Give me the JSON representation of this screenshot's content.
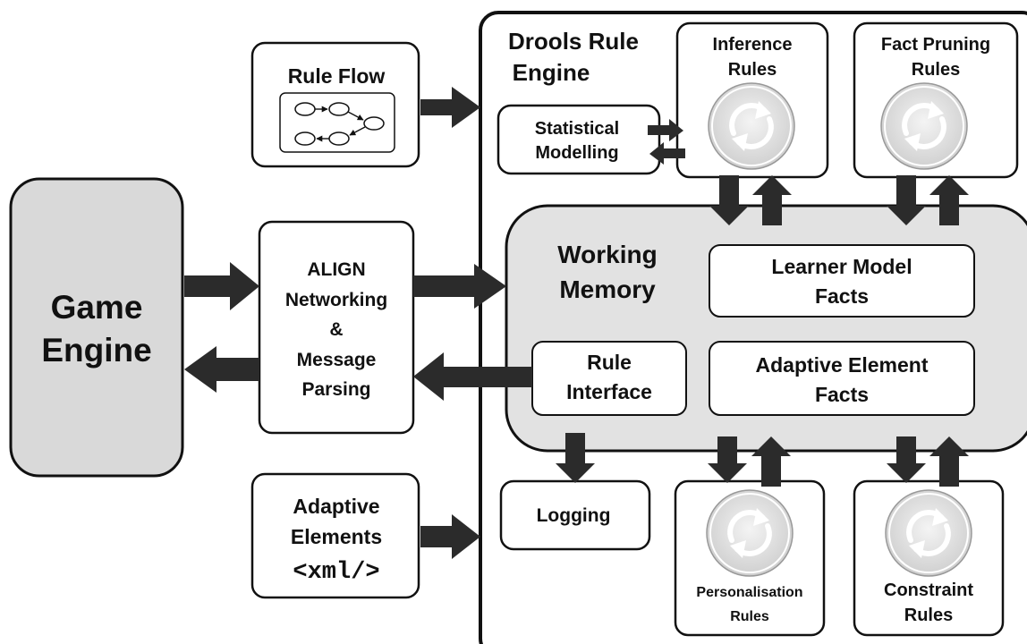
{
  "colors": {
    "stroke": "#111111",
    "arrow": "#2b2b2b",
    "node_fill": "#ffffff",
    "memory_fill": "#e2e2e2",
    "game_engine_fill": "#d9d9d9",
    "cycle_icon_fill": "#d6d6d6"
  },
  "labels": {
    "game_engine": [
      "Game",
      "Engine"
    ],
    "rule_flow": [
      "Rule Flow"
    ],
    "align": [
      "ALIGN",
      "Networking",
      "&",
      "Message",
      "Parsing"
    ],
    "adaptive_elements": [
      "Adaptive",
      "Elements"
    ],
    "adaptive_elements_code": "<xml/>",
    "drools_title": [
      "Drools Rule",
      "Engine"
    ],
    "statistical_modelling": [
      "Statistical",
      "Modelling"
    ],
    "inference_rules": [
      "Inference",
      "Rules"
    ],
    "fact_pruning_rules": [
      "Fact Pruning",
      "Rules"
    ],
    "working_memory": [
      "Working",
      "Memory"
    ],
    "learner_model_facts": [
      "Learner Model",
      "Facts"
    ],
    "rule_interface": [
      "Rule",
      "Interface"
    ],
    "adaptive_element_facts": [
      "Adaptive Element",
      "Facts"
    ],
    "logging": [
      "Logging"
    ],
    "personalisation_rules": [
      "Personalisation",
      "Rules"
    ],
    "constraint_rules": [
      "Constraint",
      "Rules"
    ]
  },
  "icons": {
    "rule_cycle": "refresh-cycle-icon",
    "rule_flow_graph": "state-graph-icon"
  }
}
